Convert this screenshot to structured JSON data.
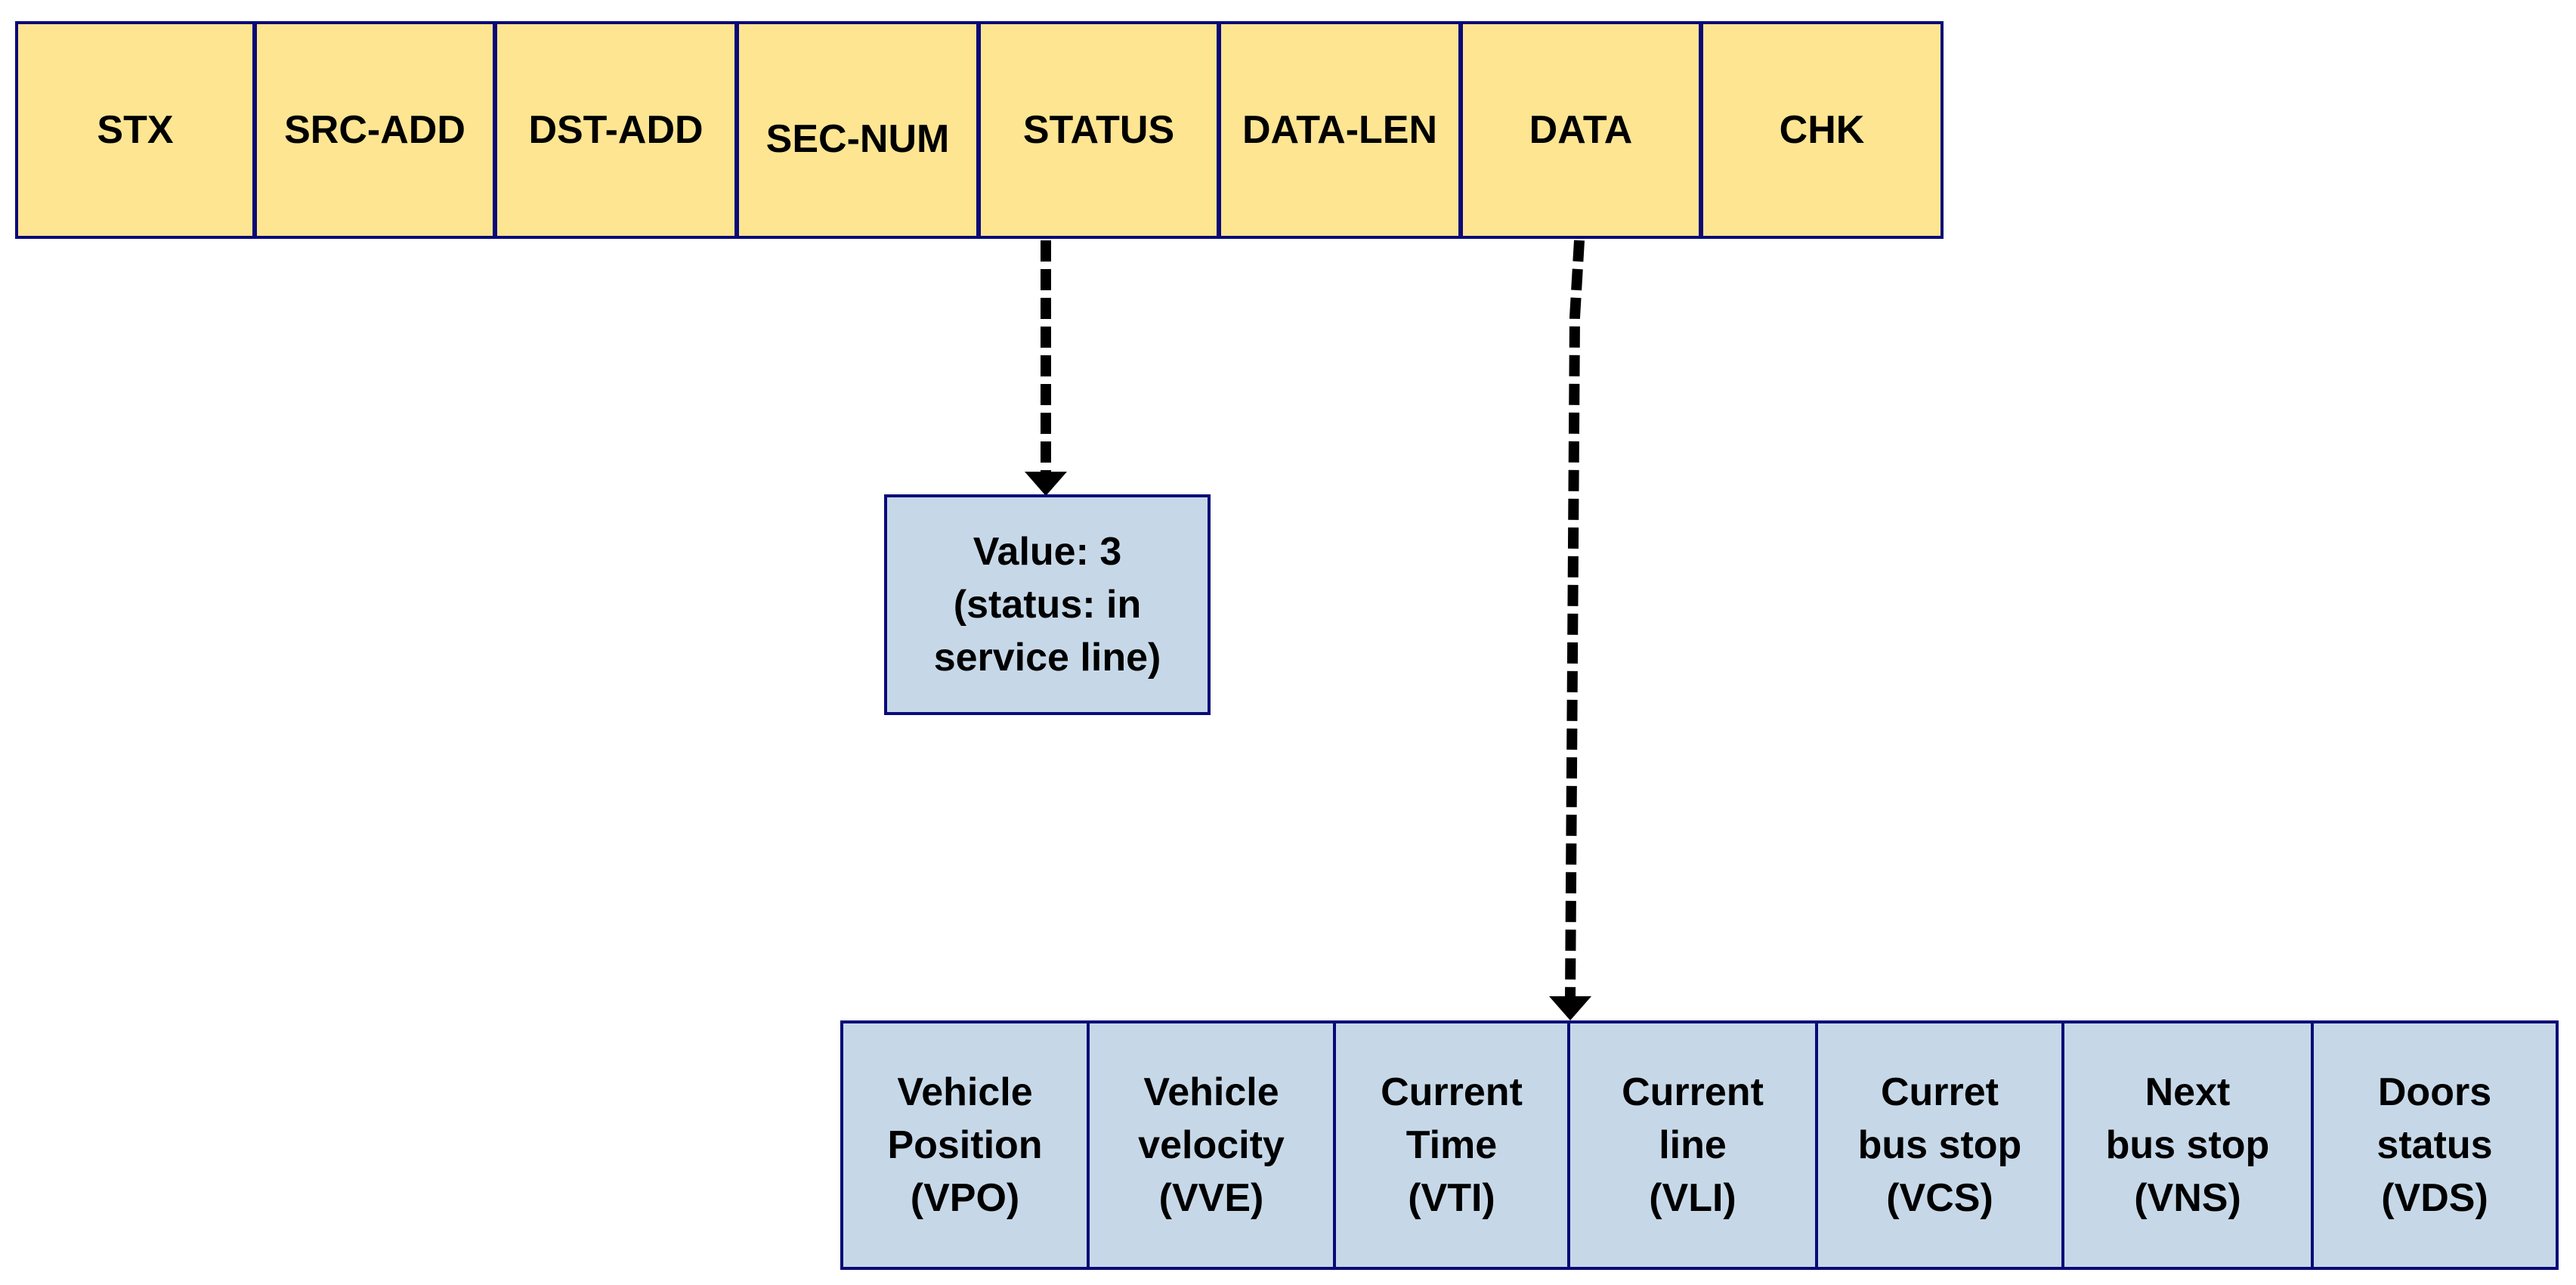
{
  "colors": {
    "frame_fill": "#fde592",
    "detail_fill": "#c6d8e8",
    "border": "#0a0a78",
    "arrow": "#000000"
  },
  "frame_fields": [
    "STX",
    "SRC-ADD",
    "DST-ADD",
    "SEC-NUM",
    "STATUS",
    "DATA-LEN",
    "DATA",
    "CHK"
  ],
  "status_detail": "Value: 3\n(status: in\nservice line)",
  "data_fields": [
    "Vehicle\nPosition\n(VPO)",
    "Vehicle\nvelocity\n(VVE)",
    "Current\nTime\n(VTI)",
    "Current\nline\n(VLI)",
    "Curret\nbus stop\n(VCS)",
    "Next\nbus stop\n(VNS)",
    "Doors\nstatus\n(VDS)"
  ]
}
